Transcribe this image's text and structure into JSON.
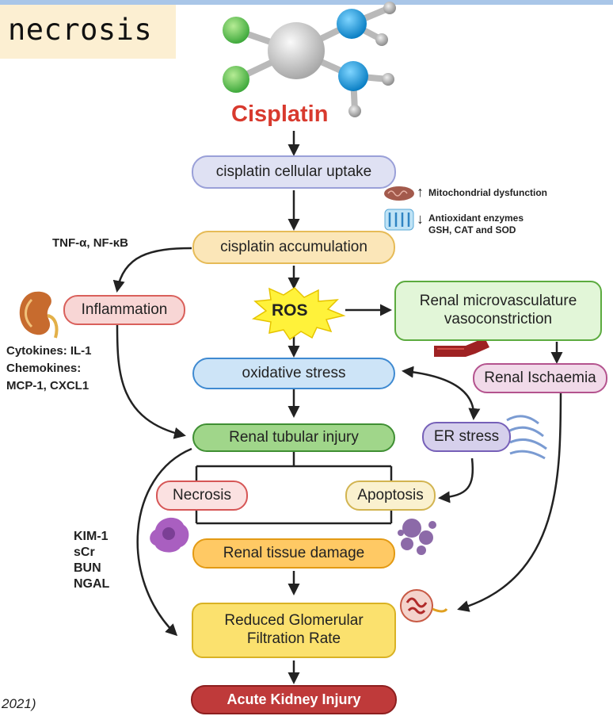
{
  "slide": {
    "title": "necrosis",
    "citation": "2021)"
  },
  "drug": {
    "name": "Cisplatin"
  },
  "boxes": {
    "uptake": "cisplatin cellular uptake",
    "accumulation": "cisplatin accumulation",
    "inflammation": "Inflammation",
    "ros": "ROS",
    "vaso_line1": "Renal microvasculature",
    "vaso_line2": "vasoconstriction",
    "oxidative": "oxidative stress",
    "ischaemia": "Renal Ischaemia",
    "tubular": "Renal tubular injury",
    "er_stress": "ER stress",
    "necrosis": "Necrosis",
    "apoptosis": "Apoptosis",
    "tissue_damage": "Renal tissue damage",
    "gfr_line1": "Reduced Glomerular",
    "gfr_line2": "Filtration Rate",
    "aki": "Acute Kidney Injury"
  },
  "annotations": {
    "mito": "Mitochondrial dysfunction",
    "antiox_line1": "Antioxidant enzymes",
    "antiox_line2": "GSH, CAT and SOD",
    "tnf": "TNF-α, NF-κB",
    "cytokines": "Cytokines: IL-1",
    "chemokines": "Chemokines:",
    "chemokines_list": "MCP-1, CXCL1",
    "biomarkers": [
      "KIM-1",
      "sCr",
      "BUN",
      "NGAL"
    ],
    "up_arrow": "↑",
    "down_arrow": "↓"
  },
  "colors": {
    "uptake_fill": "#dfe1f3",
    "uptake_border": "#9aa0d8",
    "accum_fill": "#fbe6b8",
    "accum_border": "#e6bb57",
    "inflam_fill": "#f8d6d5",
    "inflam_border": "#d9605b",
    "ros_fill": "#fff23a",
    "vaso_fill": "#e2f6d8",
    "vaso_border": "#5cab3f",
    "oxid_fill": "#cde4f7",
    "oxid_border": "#3f8ad1",
    "isch_fill": "#f1dae9",
    "isch_border": "#b4538e",
    "tubular_fill": "#a0d68a",
    "tubular_border": "#3f8f33",
    "er_fill": "#d6d0ec",
    "er_border": "#7660b8",
    "necrosis_fill": "#fbe1e1",
    "necrosis_border": "#d65656",
    "apop_fill": "#faf1cf",
    "apop_border": "#d2b450",
    "tissue_fill": "#ffc964",
    "tissue_border": "#e39a14",
    "gfr_fill": "#fbe16e",
    "gfr_border": "#d9b224",
    "aki_fill": "#bf3a3a",
    "aki_border": "#8d1f1f",
    "drug_text": "#d83a2e"
  }
}
